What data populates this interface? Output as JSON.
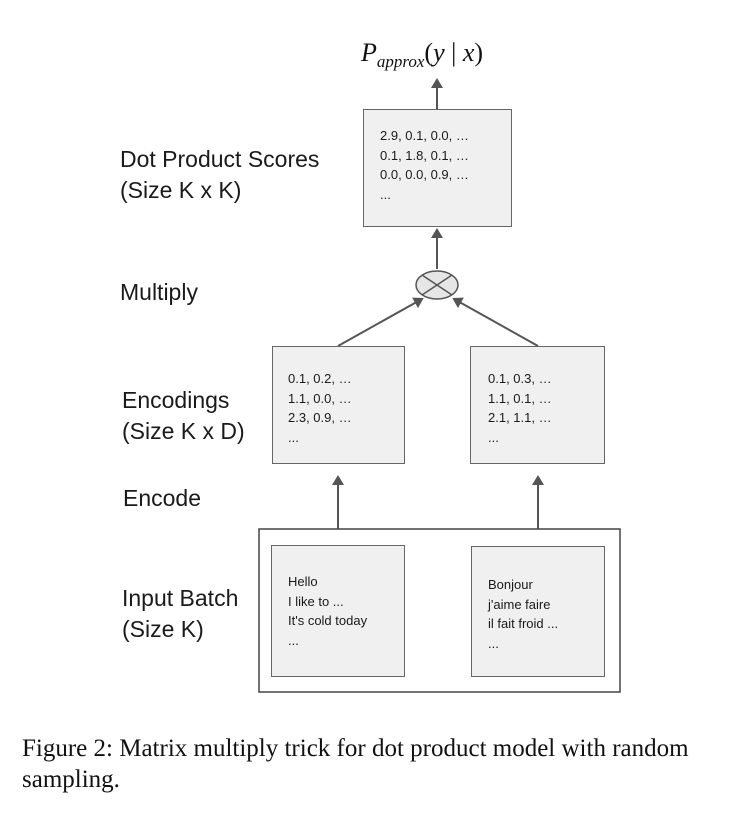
{
  "formula": {
    "P": "P",
    "subscript": "approx",
    "open": "(",
    "y": "y",
    "bar": " | ",
    "x": "x",
    "close": ")"
  },
  "labels": {
    "scores_line1": "Dot Product Scores",
    "scores_line2": "(Size K x K)",
    "multiply": "Multiply",
    "encodings_line1": "Encodings",
    "encodings_line2": "(Size K x D)",
    "encode": "Encode",
    "input_line1": "Input Batch",
    "input_line2": "(Size K)"
  },
  "scores_box": {
    "lines": [
      "2.9, 0.1, 0.0, …",
      "0.1, 1.8, 0.1, …",
      "0.0, 0.0, 0.9, …",
      "..."
    ]
  },
  "encoding_left": {
    "lines": [
      "0.1, 0.2, …",
      "1.1, 0.0, …",
      "2.3, 0.9, …",
      "..."
    ]
  },
  "encoding_right": {
    "lines": [
      "0.1, 0.3, …",
      "1.1, 0.1, …",
      "2.1, 1.1, …",
      "..."
    ]
  },
  "input_left": {
    "lines": [
      "Hello",
      "I like to ...",
      "It's cold today",
      "..."
    ]
  },
  "input_right": {
    "lines": [
      "Bonjour",
      "j'aime faire",
      "il fait froid ...",
      "..."
    ]
  },
  "caption": "Figure 2:  Matrix multiply trick for dot product model with random sampling.",
  "colors": {
    "box_fill": "#f0f0f0",
    "box_border": "#666666",
    "arrow": "#555555",
    "multiply_node_fill": "#e6e6e6"
  }
}
